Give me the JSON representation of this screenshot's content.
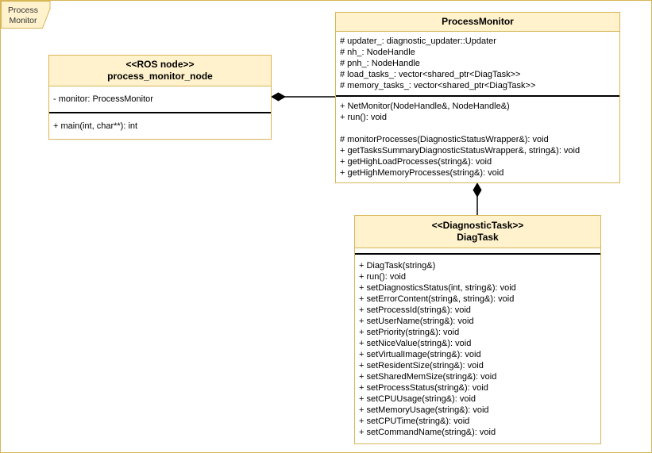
{
  "colors": {
    "shape_fill": "#FFF2CC",
    "shape_stroke": "#D6B656",
    "body_fill": "#FFFFFF",
    "compartment_separator": "#000000",
    "text": "#000000"
  },
  "frame": {
    "tab_line1": "Process",
    "tab_line2": "Monitor"
  },
  "classes": [
    {
      "stereotype": "<<ROS node>>",
      "name": "process_monitor_node",
      "attributes": [
        "- monitor: ProcessMonitor"
      ],
      "methods": [
        "+ main(int, char**): int"
      ]
    },
    {
      "stereotype": "",
      "name": "ProcessMonitor",
      "attributes": [
        "# updater_: diagnostic_updater::Updater",
        "# nh_: NodeHandle",
        "# pnh_: NodeHandle",
        "# load_tasks_: vector<shared_ptr<DiagTask>>",
        "# memory_tasks_: vector<shared_ptr<DiagTask>>"
      ],
      "methods": [
        "+ NetMonitor(NodeHandle&, NodeHandle&)",
        "+ run(): void",
        "",
        "# monitorProcesses(DiagnosticStatusWrapper&): void",
        "+ getTasksSummaryDiagnosticStatusWrapper&, string&): void",
        "+ getHighLoadProcesses(string&): void",
        "+ getHighMemoryProcesses(string&): void"
      ]
    },
    {
      "stereotype": "<<DiagnosticTask>>",
      "name": "DiagTask",
      "attributes": [],
      "methods": [
        "+ DiagTask(string&)",
        "+ run(): void",
        "+ setDiagnosticsStatus(int, string&): void",
        "+ setErrorContent(string&, string&): void",
        "+ setProcessId(string&): void",
        "+ setUserName(string&): void",
        "+ setPriority(string&): void",
        "+ setNiceValue(string&): void",
        "+ setVirtualImage(string&): void",
        "+ setResidentSize(string&): void",
        "+ setSharedMemSize(string&): void",
        "+ setProcessStatus(string&): void",
        "+ setCPUUsage(string&): void",
        "+ setMemoryUsage(string&): void",
        "+ setCPUTime(string&): void",
        "+ setCommandName(string&): void"
      ]
    }
  ],
  "relationships": [
    {
      "type": "composition",
      "owner": "process_monitor_node",
      "part": "ProcessMonitor"
    },
    {
      "type": "composition",
      "owner": "ProcessMonitor",
      "part": "DiagTask"
    }
  ]
}
